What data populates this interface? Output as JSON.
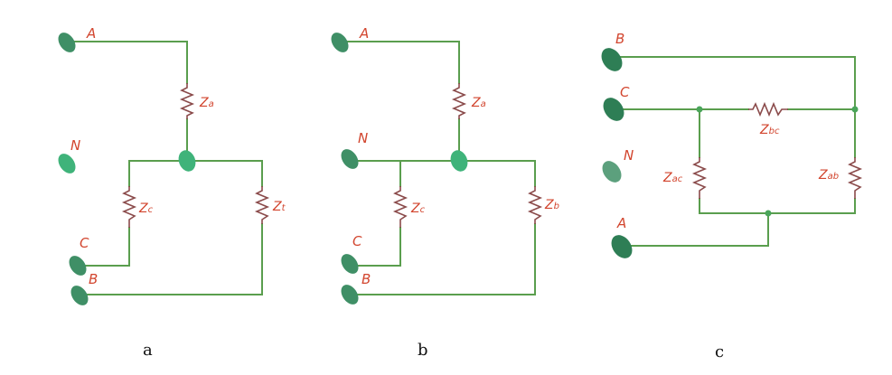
{
  "diagram_a": {
    "caption": "a",
    "terminals": {
      "A": "A",
      "N": "N",
      "C": "C",
      "B": "B"
    },
    "impedances": {
      "za": "Z",
      "za_sub": "a",
      "zc": "Z",
      "zc_sub": "c",
      "zb": "Z",
      "zb_sub": "t"
    }
  },
  "diagram_b": {
    "caption": "b",
    "terminals": {
      "A": "A",
      "N": "N",
      "C": "C",
      "B": "B"
    },
    "impedances": {
      "za": "Z",
      "za_sub": "a",
      "zc": "Z",
      "zc_sub": "c",
      "zb": "Z",
      "zb_sub": "b"
    }
  },
  "diagram_c": {
    "caption": "c",
    "terminals": {
      "B": "B",
      "C": "C",
      "N": "N",
      "A": "A"
    },
    "impedances": {
      "zbc": "Z",
      "zbc_sub": "bc",
      "zac": "Z",
      "zac_sub": "ac",
      "zab": "Z",
      "zab_sub": "ab"
    }
  },
  "colors": {
    "wire": "#5a9e4e",
    "resistor": "#8a4a4a",
    "label": "#d2452e",
    "terminal": "#3f8f66"
  }
}
